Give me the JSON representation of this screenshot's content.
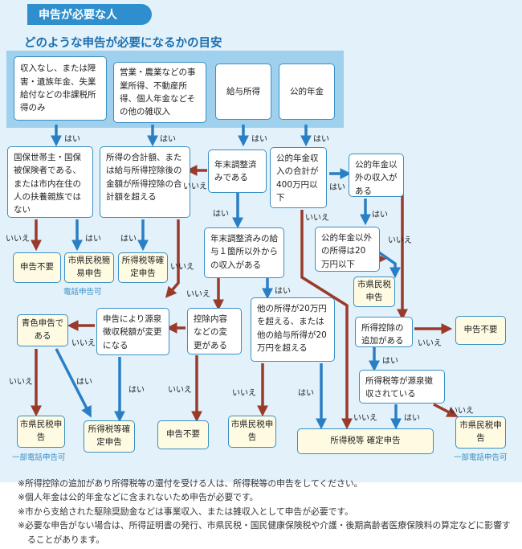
{
  "heading": "申告が必要な人",
  "subheading": "どのような申告が必要になるかの目安",
  "top": {
    "non_tax_income": "収入なし、または障害・遺族年金、失業給付などの非課税所得のみ",
    "business_income": "営業・農業などの事業所得、不動産所得、個人年金などその他の雑収入",
    "salary": "給与所得",
    "pension": "公的年金"
  },
  "questions": {
    "dependent": "国保世帯主・国保被保険者である、または市内在住の人の扶養親族ではない",
    "income_total": "所得の合計額、または給与所得控除後の金額が所得控除の合計額を超える",
    "year_end": "年末調整済みである",
    "pension_400": "公的年金収入の合計が400万円以下",
    "other_income": "公的年金以外の収入がある",
    "year_end_other_income": "年末調整済みの給与１箇所以外からの収入がある",
    "other_200k": "公的年金以外の所得は20万円以下",
    "withheld_change": "申告により源泉徴収税額が変更になる",
    "deduction_change": "控除内容などの変更がある",
    "over_200k": "他の所得が20万円を超える、または他の給与所得が20万円を超える",
    "deduction_added": "所得控除の追加がある",
    "tax_withheld": "所得税等が源泉徴収されている"
  },
  "results": {
    "not_required": "申告不要",
    "city_simple": "市県民税簡易申告",
    "income_tax": "所得税等確定申告",
    "phone_ok": "電話申告可",
    "city_small": "市県民税申告",
    "blue": "青色申告である",
    "city": "市県民税申告",
    "partial_phone": "一部電話申告可",
    "income_tax_wide": "所得税等 確定申告"
  },
  "labels": {
    "yes": "はい",
    "no": "いいえ"
  },
  "notes": [
    "※所得控除の追加があり所得税等の還付を受ける人は、所得税等の申告をしてください。",
    "※個人年金は公的年金などに含まれないため申告が必要です。",
    "※市から支給された駆除奨励金などは事業収入、または雑収入として申告が必要です。",
    "※必要な申告がない場合は、所得証明書の発行、市県民税・国民健康保険税や介護・後期高齢者医療保険料の算定などに影響することがあります。"
  ],
  "colors": {
    "yes_arrow": "#2a7fc4",
    "no_arrow": "#9a3a2a",
    "border": "#3a8fc4",
    "result_fill": "#fffbe3",
    "background": "#e2f1fa"
  }
}
